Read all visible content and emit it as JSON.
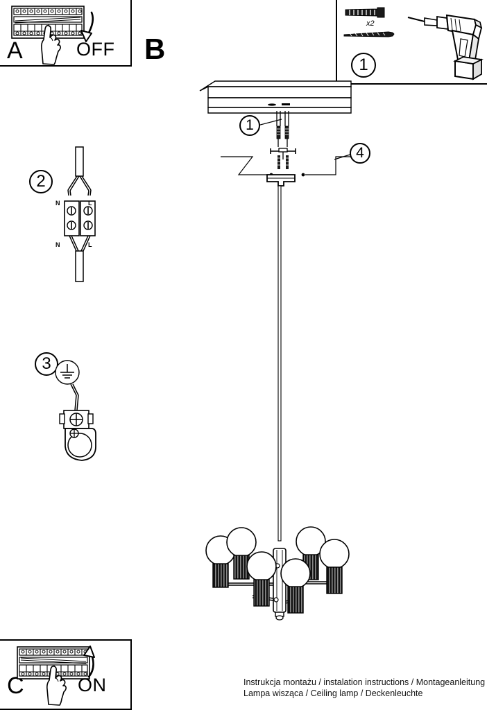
{
  "document": {
    "type": "installation-instruction-sheet",
    "footer_line1": "Instrukcja montażu / instalation instructions / Montageanleitung",
    "footer_line2": "Lampa wisząca / Ceiling lamp / Deckenleuchte"
  },
  "panels": {
    "a": {
      "letter": "A",
      "action_label": "OFF",
      "icons": [
        "circuit-breaker-panel-icon",
        "hand-pointing-icon",
        "curved-arrow-down-icon"
      ]
    },
    "b": {
      "letter": "B"
    },
    "c": {
      "letter": "C",
      "action_label": "ON",
      "icons": [
        "circuit-breaker-panel-icon",
        "hand-pointing-icon",
        "curved-arrow-up-icon"
      ]
    },
    "parts": {
      "step": "1",
      "quantity_label": "x2",
      "icons": [
        "wall-anchor-icon",
        "screw-icon",
        "power-drill-icon"
      ]
    }
  },
  "steps": [
    {
      "number": "2",
      "icons": [
        "cable-icon",
        "terminal-block-icon"
      ],
      "terminal_labels": {
        "top_left": "N",
        "top_right": "L",
        "bottom_left": "N",
        "bottom_right": "L"
      }
    },
    {
      "number": "3",
      "icons": [
        "earth-ground-symbol-icon",
        "ground-screw-bracket-icon"
      ]
    }
  ],
  "assembly": {
    "callouts": [
      {
        "number": "1",
        "target": "wall-anchors-in-ceiling"
      },
      {
        "number": "4",
        "target": "ceiling-canopy-cover"
      }
    ],
    "parts": [
      "ceiling-slab",
      "wall-anchor",
      "mounting-bracket",
      "canopy-cover",
      "suspension-rod",
      "chandelier-body",
      "lamp-arm",
      "lamp-holder",
      "globe-bulb"
    ],
    "bulb_count": 6
  }
}
